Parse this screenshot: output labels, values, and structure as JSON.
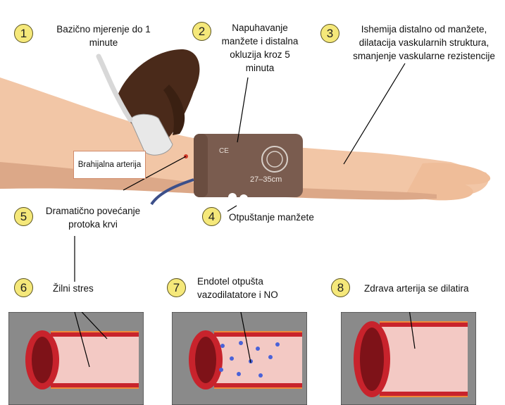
{
  "colors": {
    "badge_fill": "#f5e87a",
    "cuff": "#7a5c4f",
    "skin_light": "#f2c6a6",
    "skin_dark": "#4a2a1a",
    "vessel_red": "#c8232c",
    "lumen_pink": "#f3c9c4",
    "panel_bg": "#8a8a8a",
    "particle_blue": "#4a62d8"
  },
  "steps": [
    {
      "number": "1",
      "text": "Bazično mjerenje do 1 minute"
    },
    {
      "number": "2",
      "text": "Napuhavanje manžete i distalna okluzija kroz 5 minuta"
    },
    {
      "number": "3",
      "text": "Ishemija distalno od manžete, dilatacija vaskularnih struktura, smanjenje vaskularne rezistencije"
    },
    {
      "number": "4",
      "text": "Otpuštanje manžete"
    },
    {
      "number": "5",
      "text": "Dramatično povećanje protoka krvi"
    },
    {
      "number": "6",
      "text": "Žilni stres"
    },
    {
      "number": "7",
      "text": "Endotel otpušta vazodilatatore i NO"
    },
    {
      "number": "8",
      "text": "Zdrava arterija se dilatira"
    }
  ],
  "labels": {
    "artery": "Brahijalna arterija",
    "cuff_size": "27–35cm",
    "cuff_mark": "CE"
  }
}
